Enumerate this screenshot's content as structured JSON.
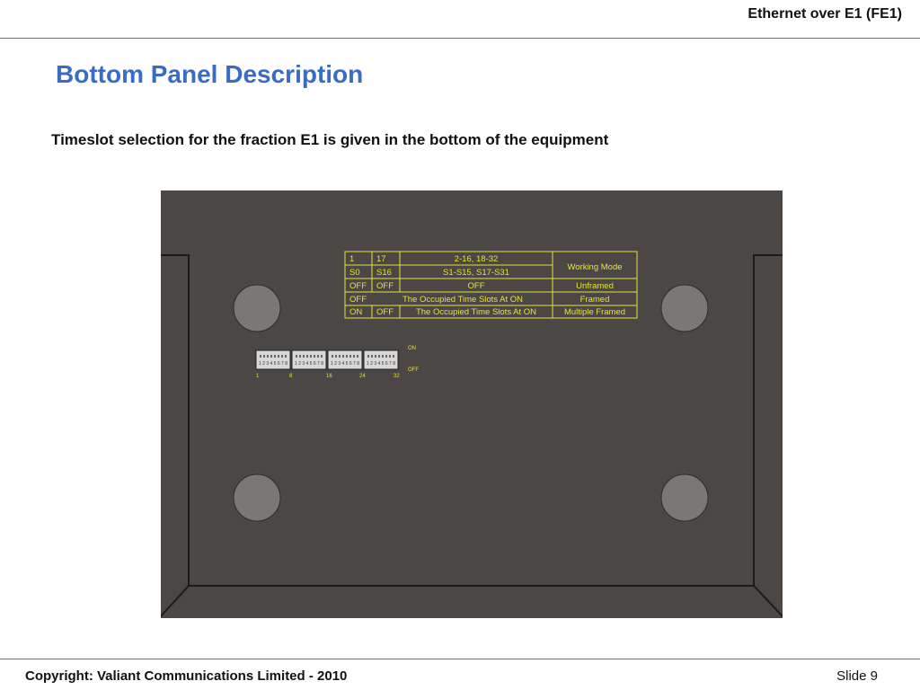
{
  "header": {
    "title": "Ethernet over E1 (FE1)"
  },
  "page": {
    "title": "Bottom Panel Description",
    "subtitle": "Timeslot selection for the fraction E1 is given in the bottom of the equipment"
  },
  "panel": {
    "table": {
      "row1": {
        "c1": "1",
        "c2": "17",
        "c3": "2-16, 18-32"
      },
      "row2": {
        "c1": "S0",
        "c2": "S16",
        "c3": "S1-S15, S17-S31"
      },
      "mode_header": "Working Mode",
      "row3": {
        "c1": "OFF",
        "c2": "OFF",
        "c3": "OFF",
        "mode": "Unframed"
      },
      "row4": {
        "c1": "OFF",
        "span": "The Occupied Time Slots At ON",
        "mode": "Framed"
      },
      "row5": {
        "c1": "ON",
        "c2": "OFF",
        "c3": "The Occupied Time Slots At ON",
        "mode": "Multiple Framed"
      }
    },
    "switches": {
      "position_numbers": "1 2 3 4 5 6 7 8",
      "on_label": "ON",
      "off_label": "OFF",
      "scale": [
        "1",
        "8",
        "16",
        "24",
        "32"
      ]
    }
  },
  "footer": {
    "copyright": "Copyright: Valiant Communications Limited - 2010",
    "slide": "Slide 9"
  },
  "colors": {
    "title": "#3a6cc6",
    "panel": "#4a4745",
    "label": "#e8e23c"
  }
}
